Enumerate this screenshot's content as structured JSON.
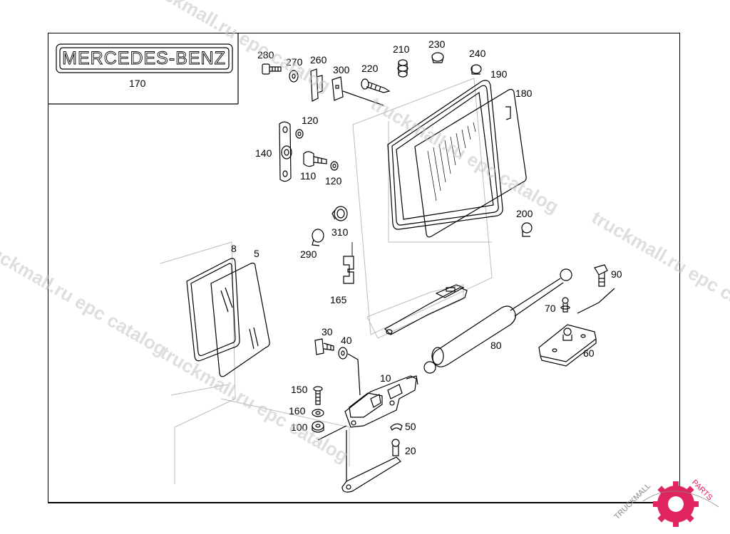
{
  "nameplate": {
    "text": "MERCEDES-BENZ",
    "part_no": "170"
  },
  "callouts": [
    {
      "id": "p280",
      "label": "280"
    },
    {
      "id": "p270",
      "label": "270"
    },
    {
      "id": "p260",
      "label": "260"
    },
    {
      "id": "p300",
      "label": "300"
    },
    {
      "id": "p220",
      "label": "220"
    },
    {
      "id": "p210",
      "label": "210"
    },
    {
      "id": "p230",
      "label": "230"
    },
    {
      "id": "p240",
      "label": "240"
    },
    {
      "id": "p190",
      "label": "190"
    },
    {
      "id": "p180",
      "label": "180"
    },
    {
      "id": "p120a",
      "label": "120"
    },
    {
      "id": "p140",
      "label": "140"
    },
    {
      "id": "p110",
      "label": "110"
    },
    {
      "id": "p120b",
      "label": "120"
    },
    {
      "id": "p200",
      "label": "200"
    },
    {
      "id": "p310",
      "label": "310"
    },
    {
      "id": "p290",
      "label": "290"
    },
    {
      "id": "p8",
      "label": "8"
    },
    {
      "id": "p5",
      "label": "5"
    },
    {
      "id": "p165",
      "label": "165"
    },
    {
      "id": "p90",
      "label": "90"
    },
    {
      "id": "p70",
      "label": "70"
    },
    {
      "id": "p60",
      "label": "60"
    },
    {
      "id": "p30",
      "label": "30"
    },
    {
      "id": "p40",
      "label": "40"
    },
    {
      "id": "p80",
      "label": "80"
    },
    {
      "id": "p10",
      "label": "10"
    },
    {
      "id": "p150",
      "label": "150"
    },
    {
      "id": "p160",
      "label": "160"
    },
    {
      "id": "p100",
      "label": "100"
    },
    {
      "id": "p50",
      "label": "50"
    },
    {
      "id": "p20",
      "label": "20"
    }
  ],
  "watermarks": [
    {
      "id": "w1",
      "text": "truckmall.ru epc catalog"
    },
    {
      "id": "w2",
      "text": "truckmall.ru epc catalog"
    },
    {
      "id": "w3",
      "text": "truckmall.ru epc catalog"
    },
    {
      "id": "w4",
      "text": "truckmall.ru epc catalog"
    },
    {
      "id": "w5",
      "text": "truckmall.ru epc catalog"
    }
  ],
  "logo": {
    "text_a": "TRUCKMALL",
    "text_b": "PARTS"
  },
  "colors": {
    "line": "#000000",
    "watermark": "#c4c4c4",
    "logo_accent": "#e0245e"
  }
}
